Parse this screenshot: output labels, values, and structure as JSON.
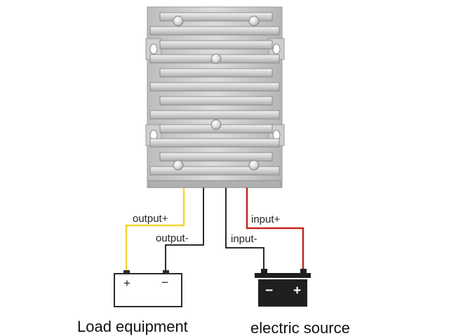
{
  "wires": {
    "output_positive": "output+",
    "output_negative": "output-",
    "input_negative": "input-",
    "input_positive": "input+"
  },
  "load": {
    "caption": "Load equipment",
    "plus_sign": "+",
    "minus_sign": "−"
  },
  "source": {
    "caption": "electric source",
    "minus_sign": "−",
    "plus_sign": "+"
  },
  "colors": {
    "output_positive_wire": "#f2d633",
    "negative_wire": "#2b2b2b",
    "input_positive_wire": "#c6261f",
    "heatsink": "#c9c9c9",
    "battery": "#1f1f1f"
  },
  "icons": {
    "converter": "heatsink-converter-icon",
    "load": "load-box-icon",
    "source": "battery-icon"
  }
}
